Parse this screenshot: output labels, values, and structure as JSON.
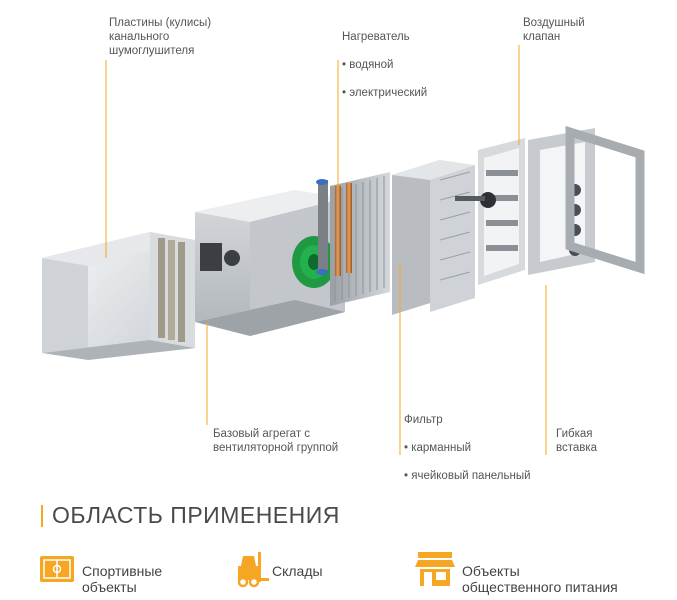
{
  "labels": {
    "plates": "Пластины (кулисы)\nканального\nшумоглушителя",
    "heater_title": "Нагреватель",
    "heater_items": [
      "водяной",
      "электрический"
    ],
    "air_valve": "Воздушный\nклапан",
    "filter_title": "Фильтр",
    "filter_items": [
      "карманный",
      "ячейковый панельный"
    ],
    "flex_insert": "Гибкая\nвставка",
    "base_unit": "Базовый агрегат с\nвентиляторной группой"
  },
  "section": {
    "title": "ОБЛАСТЬ ПРИМЕНЕНИЯ"
  },
  "applications": [
    {
      "label": "Спортивные\nобъекты",
      "icon": "sports-field-icon"
    },
    {
      "label": "Склады",
      "icon": "forklift-icon"
    },
    {
      "label": "Объекты\nобщественного питания",
      "icon": "shop-icon"
    }
  ],
  "colors": {
    "accent": "#f5a623",
    "fan_green": "#22b14c",
    "text": "#555555"
  }
}
